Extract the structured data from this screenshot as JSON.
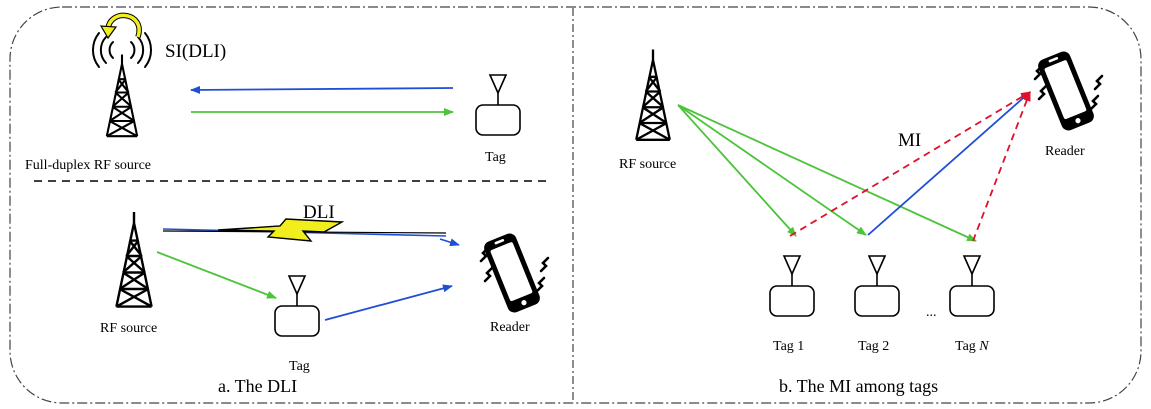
{
  "panel_a": {
    "caption": "a. The DLI",
    "si_label": "SI(DLI)",
    "fd_source_label": "Full-duplex RF source",
    "tag_top_label": "Tag",
    "dli_label": "DLI",
    "rf_source_label": "RF source",
    "tag_label": "Tag",
    "reader_label": "Reader"
  },
  "panel_b": {
    "caption": "b. The MI among tags",
    "rf_source_label": "RF source",
    "mi_label": "MI",
    "reader_label": "Reader",
    "tag1_label": "Tag 1",
    "tag2_label": "Tag 2",
    "tagn_label_prefix": "Tag ",
    "tagn_label_var": "N",
    "ellipsis": "..."
  },
  "colors": {
    "backscatter": "#1f4fd6",
    "excitation": "#4cc43a",
    "interference": "#e0102a",
    "lightning": "#f2ee1e",
    "si_arrow": "#f2ee1e"
  }
}
